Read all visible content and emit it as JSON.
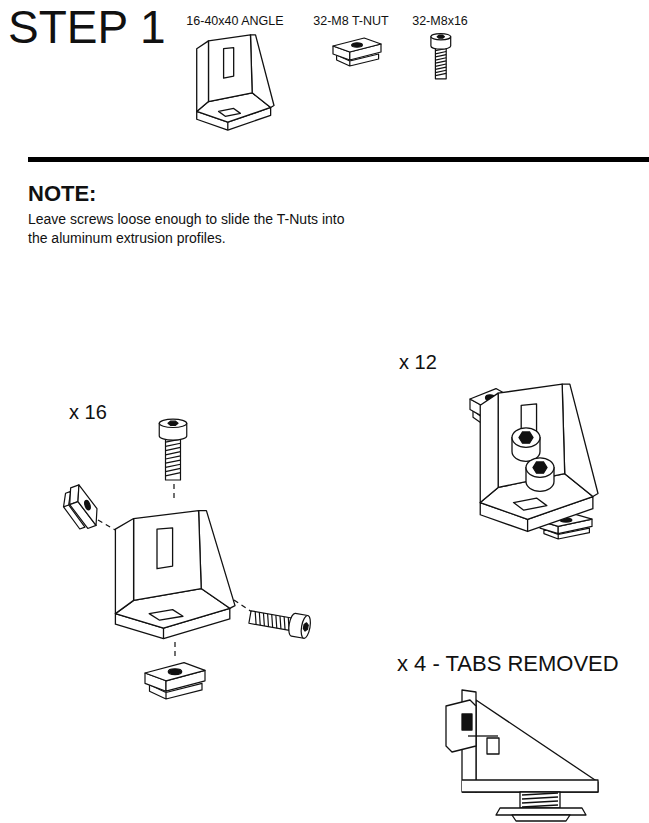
{
  "diagram": {
    "title": "STEP 1",
    "labels": [
      "16-40x40 ANGLE",
      "32-M8 T-NUT",
      "32-M8x16",
      "NOTE:",
      "Leave screws loose enough to slide the T-Nuts into the aluminum extrusion profiles.",
      "x 16",
      "x 12",
      "x 4 - TABS REMOVED"
    ]
  }
}
